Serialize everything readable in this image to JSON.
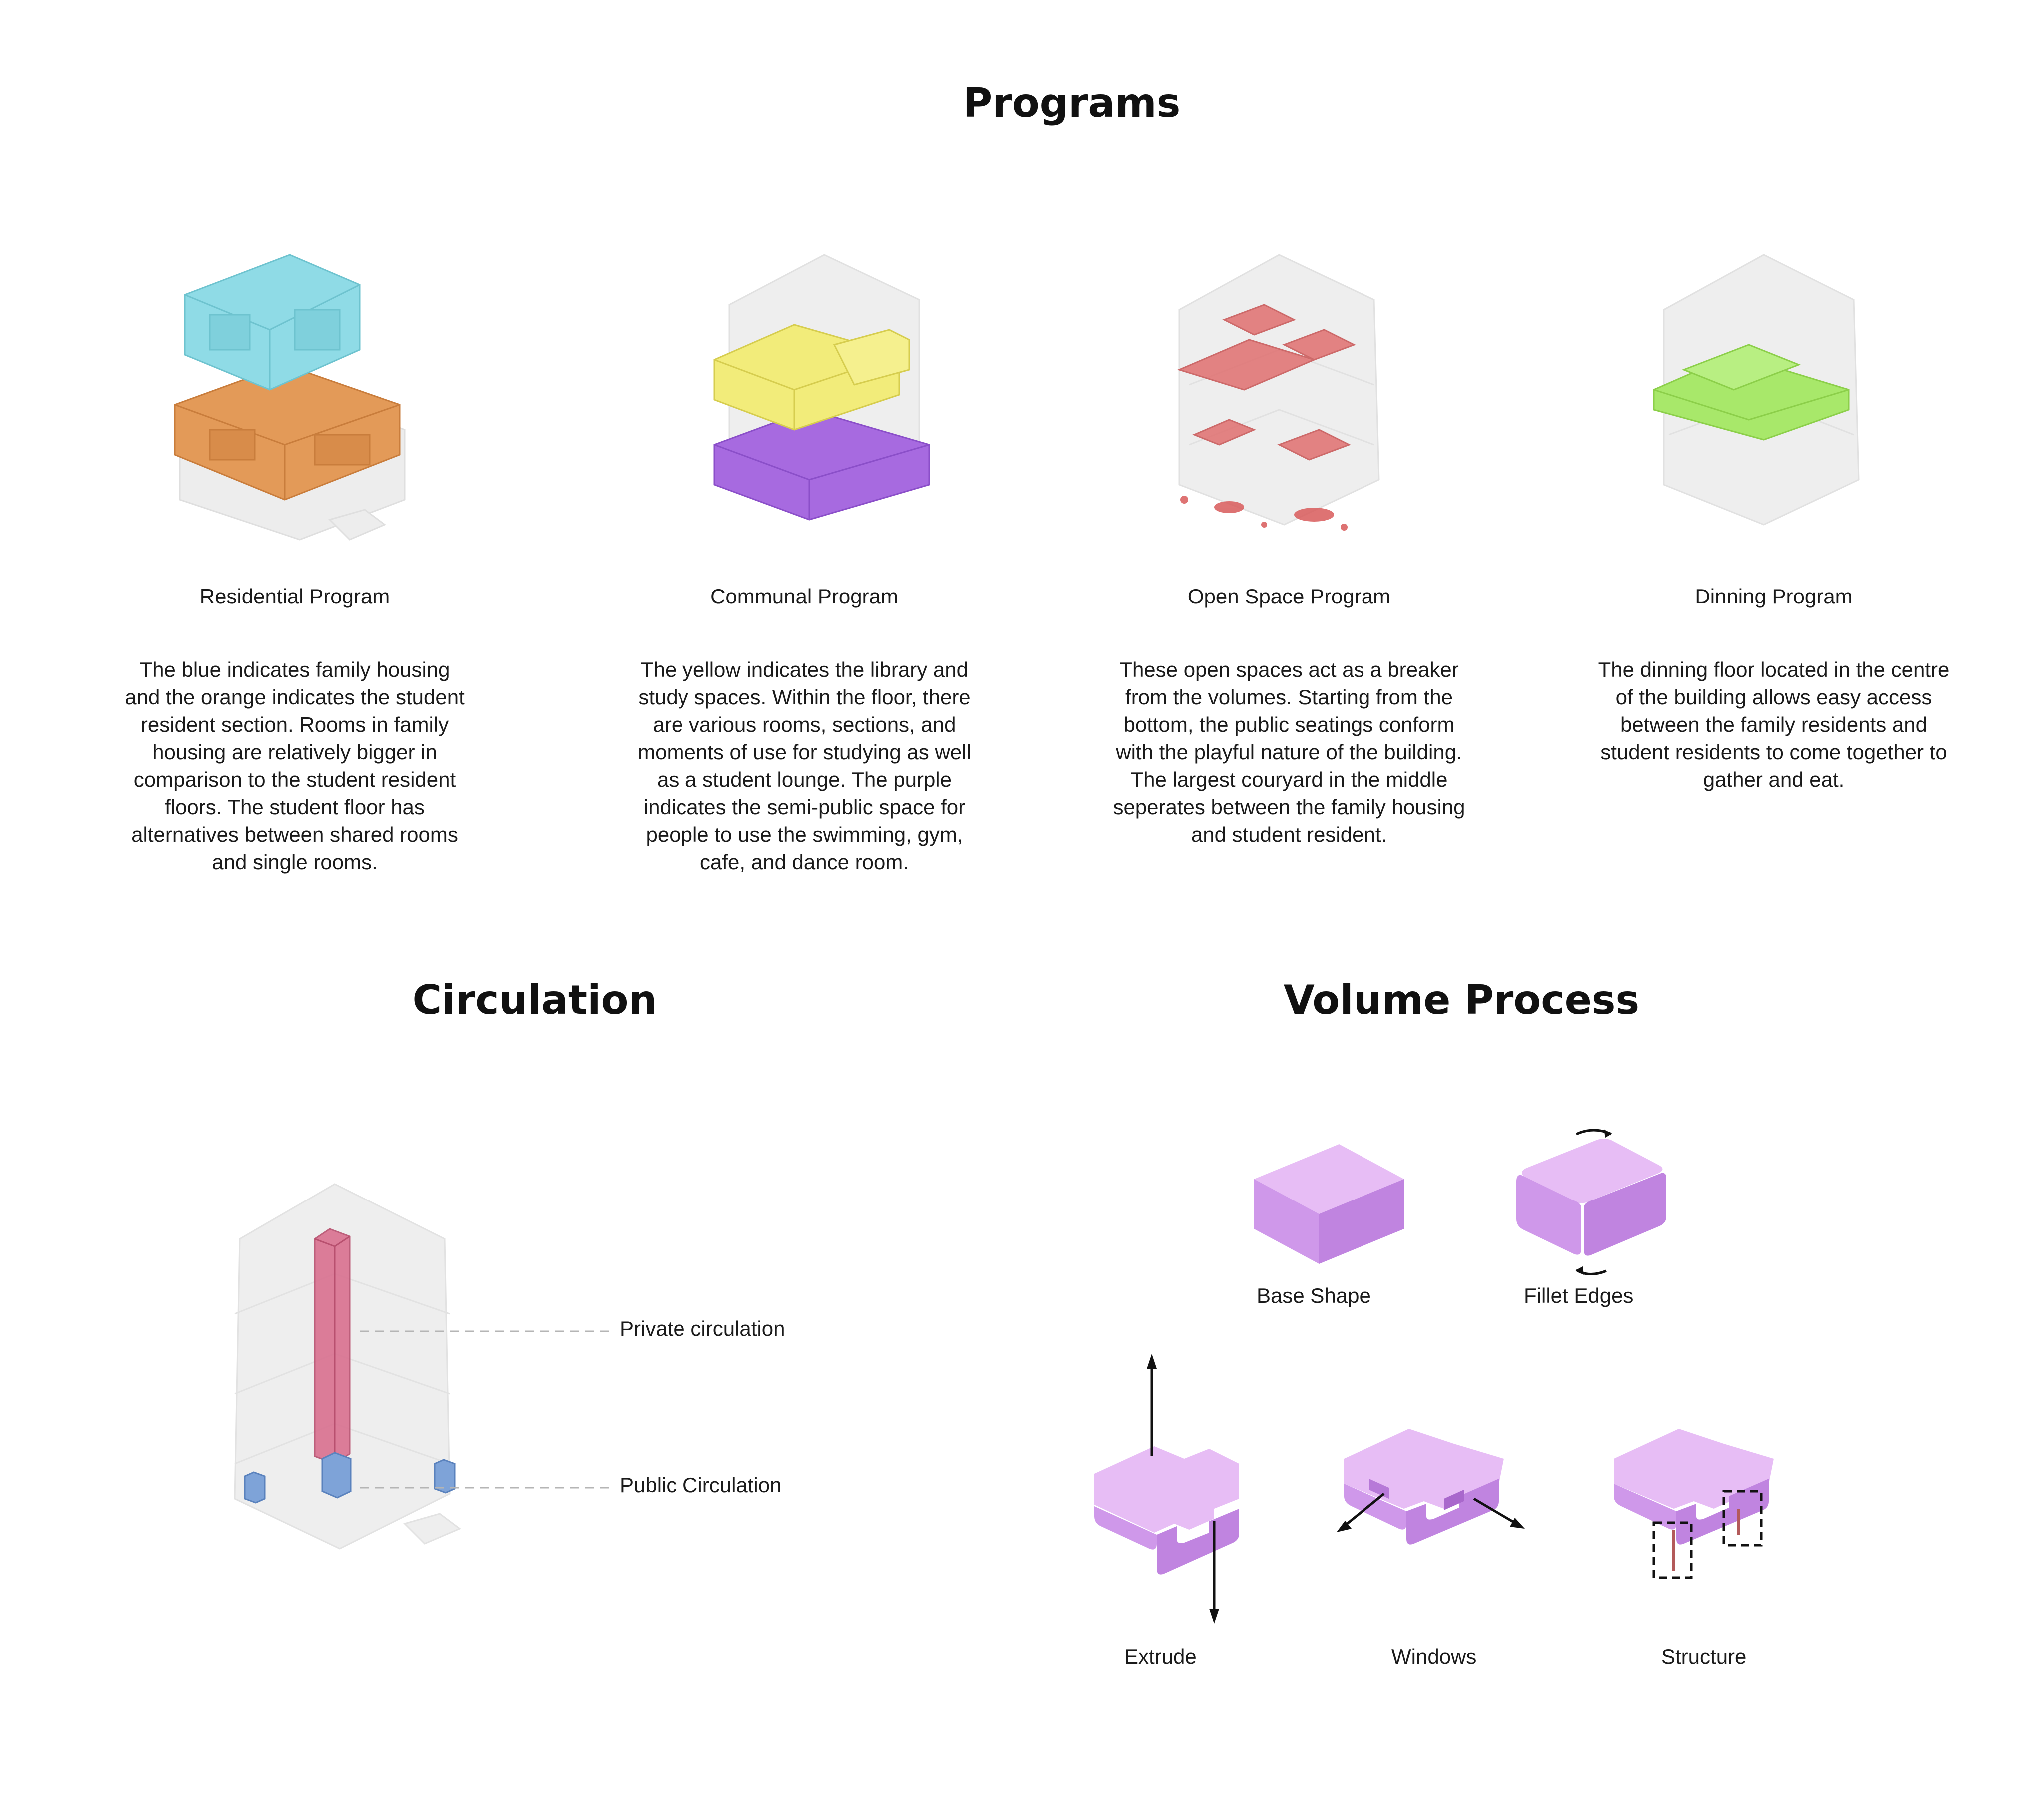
{
  "programs": {
    "title": "Programs",
    "items": [
      {
        "name": "Residential Program",
        "description": "The blue indicates family housing and the orange indicates the student resident section. Rooms in family housing are relatively bigger in comparison to the student resident floors. The student floor has alternatives between shared rooms and single rooms.",
        "colors": [
          "#8fdbe6",
          "#e39a58"
        ]
      },
      {
        "name": "Communal Program",
        "description": "The yellow indicates the library and study spaces. Within the floor, there are various rooms, sections, and moments of use for studying as well as a student lounge. The purple indicates the semi-public space for people to use the swimming, gym, cafe, and dance room.",
        "colors": [
          "#f2ec7a",
          "#a76ae0"
        ]
      },
      {
        "name": "Open Space Program",
        "description": "These open spaces act as a breaker from the volumes. Starting from the bottom, the public seatings conform with the playful nature of the building. The largest couryard in the middle seperates between the family housing and student resident.",
        "colors": [
          "#e07070"
        ]
      },
      {
        "name": "Dinning Program",
        "description": "The dinning floor located in the centre of the building allows easy access between the family residents and student residents to come together to gather and eat.",
        "colors": [
          "#a8e86a"
        ]
      }
    ]
  },
  "circulation": {
    "title": "Circulation",
    "labels": {
      "private": "Private circulation",
      "public": "Public Circulation"
    },
    "colors": {
      "private": "#d9708f",
      "public": "#7ea3d8"
    }
  },
  "volume_process": {
    "title": "Volume Process",
    "steps": [
      "Base Shape",
      "Fillet Edges",
      "Extrude",
      "Windows",
      "Structure"
    ],
    "color": "#d9a3f0"
  }
}
